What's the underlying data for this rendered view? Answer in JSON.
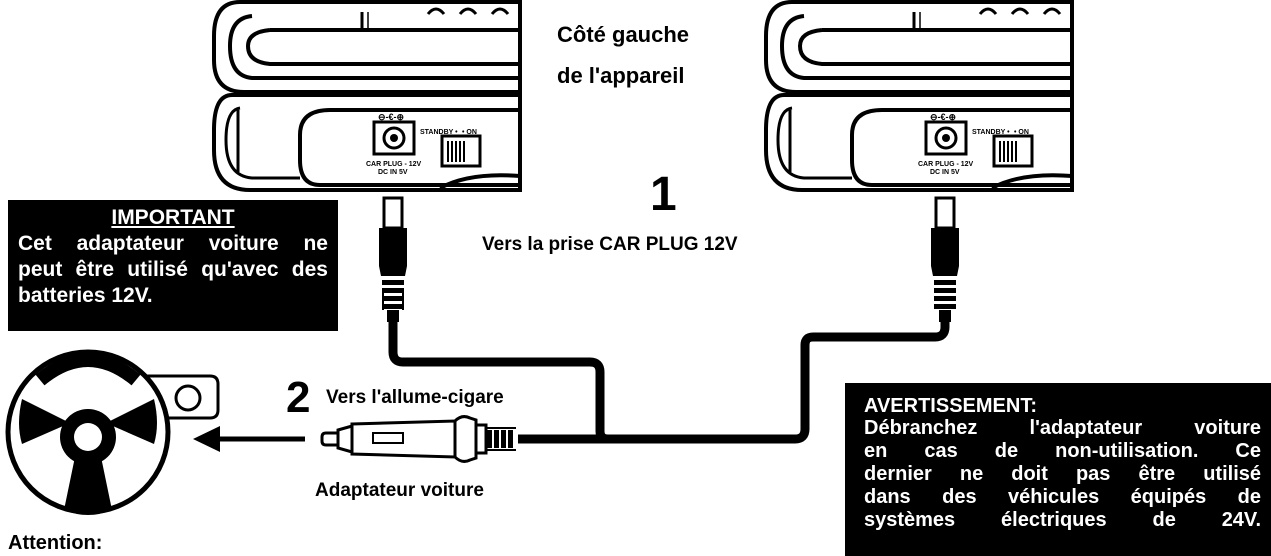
{
  "labels": {
    "side_title_1": "Côté gauche",
    "side_title_2": "de l'appareil",
    "step1_number": "1",
    "step1_text": "Vers la prise CAR PLUG 12V",
    "step2_number": "2",
    "step2_text": "Vers l'allume-cigare",
    "adapter_label": "Adaptateur voiture",
    "attention": "Attention:"
  },
  "device_markings": {
    "standby": "STANDBY •",
    "on": "• ON",
    "car_plug_1": "CAR PLUG - 12V",
    "car_plug_2": "DC IN 5V",
    "polarity": "⊖-€-⊕"
  },
  "important_box": {
    "title": "IMPORTANT",
    "lines": [
      "Cet adaptateur voiture ne",
      "peut être utilisé qu'avec des",
      "batteries 12V."
    ]
  },
  "warning_box": {
    "title": "AVERTISSEMENT:",
    "lines": [
      "Débranchez l'adaptateur voiture",
      "en cas de non-utilisation. Ce",
      "dernier ne doit pas être utilisé",
      "dans des véhicules équipés de",
      "systèmes électriques de 24V."
    ]
  },
  "colors": {
    "ink": "#000000",
    "paper": "#ffffff"
  }
}
